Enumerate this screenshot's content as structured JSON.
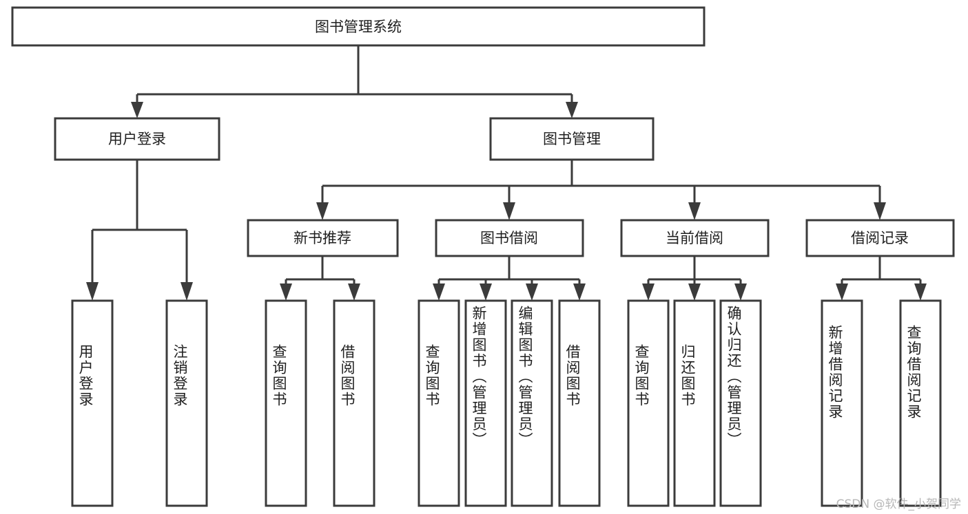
{
  "diagram": {
    "title": "图书管理系统",
    "type": "tree-hierarchy-diagram",
    "watermark": "CSDN @软件_小贺同学",
    "colors": {
      "stroke": "#3b3b3b",
      "fill": "#ffffff",
      "text": "#1f1f1f",
      "watermark": "#b7b7b7"
    },
    "root": {
      "label": "图书管理系统"
    },
    "level1": [
      {
        "label": "用户登录"
      },
      {
        "label": "图书管理"
      }
    ],
    "level2": [
      {
        "label": "新书推荐"
      },
      {
        "label": "图书借阅"
      },
      {
        "label": "当前借阅"
      },
      {
        "label": "借阅记录"
      }
    ],
    "leaves": {
      "user_login": [
        {
          "label": "用户登录"
        },
        {
          "label": "注销登录"
        }
      ],
      "new_book_recommend": [
        {
          "label": "查询图书"
        },
        {
          "label": "借阅图书"
        }
      ],
      "book_borrow": [
        {
          "label": "查询图书"
        },
        {
          "label": "新增图书（管理员）"
        },
        {
          "label": "编辑图书（管理员）"
        },
        {
          "label": "借阅图书"
        }
      ],
      "current_borrow": [
        {
          "label": "查询图书"
        },
        {
          "label": "归还图书"
        },
        {
          "label": "确认归还（管理员）"
        }
      ],
      "borrow_record": [
        {
          "label": "新增借阅记录"
        },
        {
          "label": "查询借阅记录"
        }
      ]
    }
  }
}
